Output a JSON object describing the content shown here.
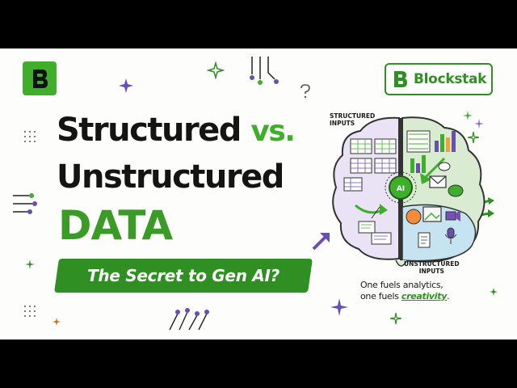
{
  "brand": {
    "name": "Blockstak",
    "mark": "B",
    "color": "#3fae2a"
  },
  "headline": {
    "line1_word": "Structured",
    "line1_vs": "vs.",
    "line2": "Unstructured",
    "line3": "DATA"
  },
  "subtitle": "The Secret to Gen AI?",
  "diagram": {
    "structured_label_1": "STRUCTURED",
    "structured_label_2": "INPUTS",
    "unstructured_label_1": "UNSTRUCTURED",
    "unstructured_label_2": "INPUTS",
    "center_label": "AI",
    "tagline_1": "One fuels analytics,",
    "tagline_2_prefix": "one fuels ",
    "tagline_2_emph": "creativity",
    "tagline_2_suffix": "."
  },
  "colors": {
    "accent_green": "#3fae2a",
    "dark_green": "#2f8f22",
    "purple": "#6a4fb3",
    "text": "#141414"
  },
  "icons": [
    "brain-icon",
    "spreadsheet-icon",
    "bar-chart-icon",
    "mail-icon",
    "chat-icon",
    "video-icon",
    "image-icon",
    "microphone-icon",
    "document-icon",
    "sparkle-icon",
    "circuit-icon"
  ]
}
